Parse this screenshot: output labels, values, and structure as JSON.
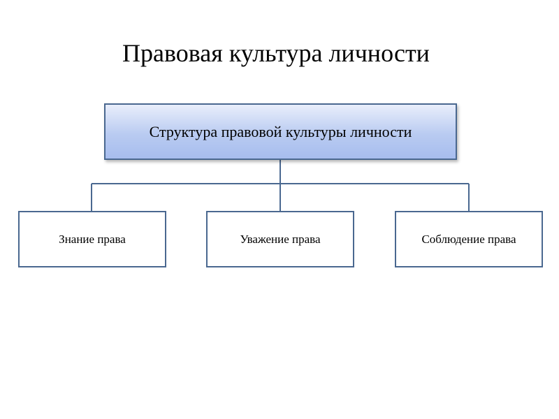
{
  "title": "Правовая культура личности",
  "root": {
    "label": "Структура правовой культуры  личности"
  },
  "children": [
    {
      "label": "Знание права"
    },
    {
      "label": "Уважение права"
    },
    {
      "label": "Соблюдение права"
    }
  ],
  "colors": {
    "border": "#4a6890",
    "connector": "#4a6890",
    "root_fill_top": "#e9eefb",
    "root_fill_bottom": "#a7bdee",
    "child_fill": "#ffffff"
  }
}
